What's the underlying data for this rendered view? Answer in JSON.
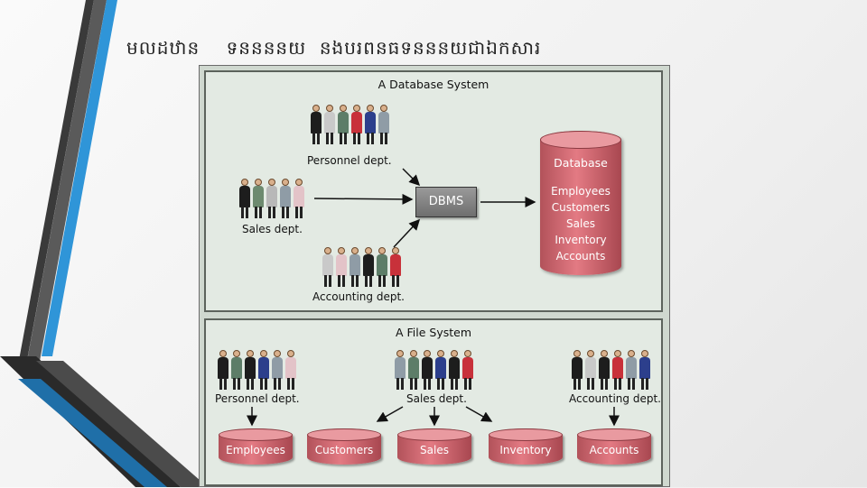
{
  "slide": {
    "title": "មលដឋាន    ទននននយ  នងបរពនធទនននយជាឯកសារ",
    "accent_colors": [
      "#2a2a2a",
      "#4a4a4a",
      "#3d9ad8",
      "#1f6fa8"
    ]
  },
  "figure": {
    "database_system": {
      "title": "A Database System",
      "groups": [
        "Personnel dept.",
        "Sales dept.",
        "Accounting dept."
      ],
      "dbms_label": "DBMS",
      "database": {
        "label": "Database",
        "items": [
          "Employees",
          "Customers",
          "Sales",
          "Inventory",
          "Accounts"
        ]
      }
    },
    "file_system": {
      "title": "A File System",
      "groups": [
        "Personnel dept.",
        "Sales dept.",
        "Accounting dept."
      ],
      "files": [
        "Employees",
        "Customers",
        "Sales",
        "Inventory",
        "Accounts"
      ]
    }
  }
}
